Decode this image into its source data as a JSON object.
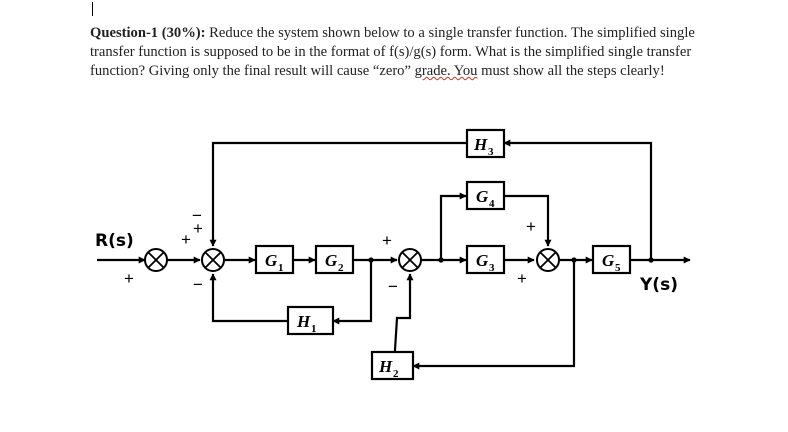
{
  "question": {
    "lead": "Question-1 (30%):",
    "body_1": " Reduce the system shown below to a single transfer function. The simplified single transfer function is supposed to be in the format of f(s)/g(s) form. What is the simplified single transfer function? Giving only the final result will cause “zero” ",
    "flagged": "grade. You",
    "body_2": " must show all the steps clearly!"
  },
  "diagram": {
    "input_label": "R(s)",
    "output_label": "Y(s)",
    "blocks": {
      "G1": {
        "main": "G",
        "sub": "1"
      },
      "G2": {
        "main": "G",
        "sub": "2"
      },
      "G3": {
        "main": "G",
        "sub": "3"
      },
      "G4": {
        "main": "G",
        "sub": "4"
      },
      "G5": {
        "main": "G",
        "sub": "5"
      },
      "H1": {
        "main": "H",
        "sub": "1"
      },
      "H2": {
        "main": "H",
        "sub": "2"
      },
      "H3": {
        "main": "H",
        "sub": "3"
      }
    },
    "signs": {
      "s1_top": "+",
      "s1_bottom": "+",
      "s2_top": "+",
      "s2_bottom": "−",
      "s2_left": "−",
      "s3_top": "+",
      "s3_bottom": "−",
      "s4_top": "+",
      "s4_bottom": "+"
    }
  }
}
